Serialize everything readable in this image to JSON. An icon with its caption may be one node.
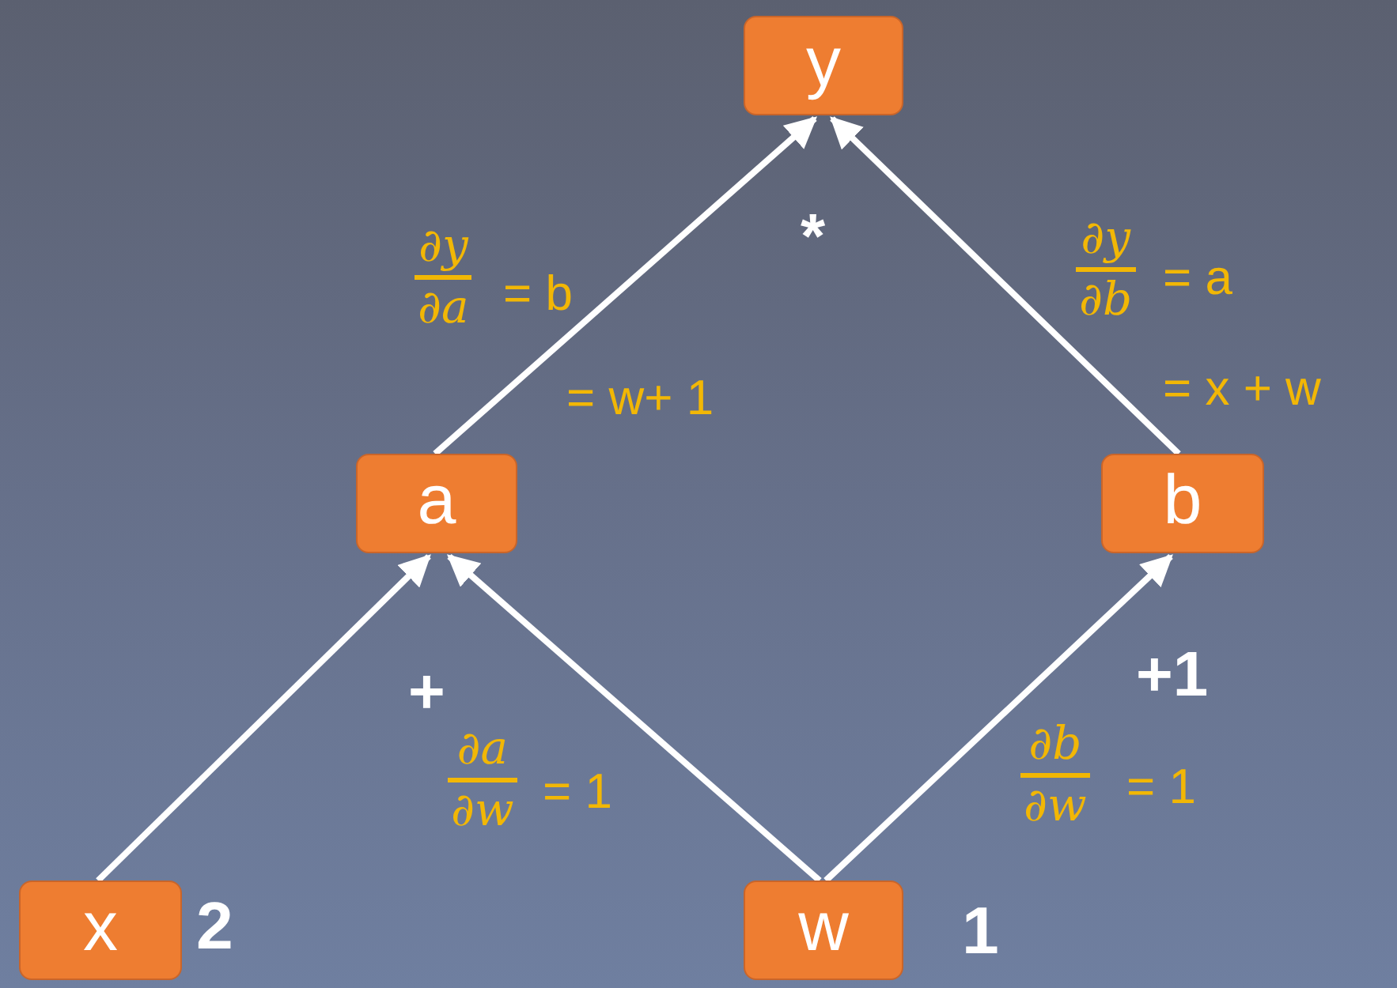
{
  "diagram": {
    "nodes": [
      {
        "text": [
          "y"
        ]
      },
      {
        "text": [
          "a"
        ]
      },
      {
        "text": [
          "b"
        ]
      },
      {
        "text": [
          "x"
        ],
        "beside": [
          "2"
        ]
      },
      {
        "text": [
          "w"
        ],
        "beside": [
          "1"
        ]
      }
    ],
    "edges": [
      {
        "from": 1,
        "to": 0,
        "arrow": "to"
      },
      {
        "from": 2,
        "to": 0,
        "arrow": "to"
      },
      {
        "from": 3,
        "to": 1,
        "arrow": "to"
      },
      {
        "from": 4,
        "to": 1,
        "arrow": "to"
      },
      {
        "from": 4,
        "to": 2,
        "arrow": "to"
      }
    ],
    "labels": [
      "*",
      "∂y",
      "∂a",
      "= b",
      "∂y",
      "∂b",
      "= a",
      "= w+ 1",
      "= x + w",
      "+",
      "+1",
      "∂a",
      "∂w",
      "= 1",
      "∂b",
      "∂w",
      "= 1"
    ]
  }
}
